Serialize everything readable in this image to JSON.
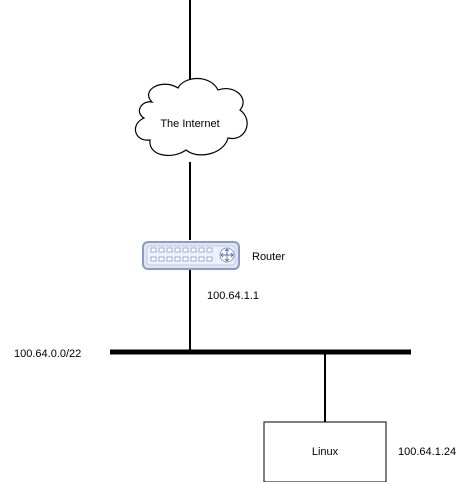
{
  "diagram": {
    "cloud": {
      "label": "The Internet",
      "icon": "cloud-icon"
    },
    "router": {
      "label": "Router",
      "ip": "100.64.1.1",
      "icon": "router-icon",
      "body_color": "#dfe5f3",
      "border_color": "#8a9bc7"
    },
    "network": {
      "subnet": "100.64.0.0/22"
    },
    "host": {
      "label": "Linux",
      "ip": "100.64.1.24"
    },
    "line_color": "#000000"
  }
}
